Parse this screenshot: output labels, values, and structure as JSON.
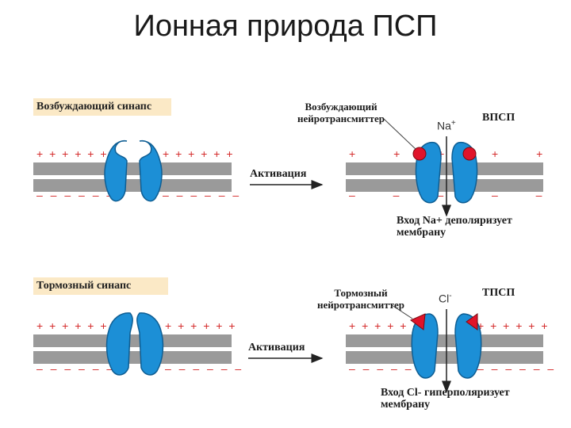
{
  "title": "Ионная природа ПСП",
  "excitatory": {
    "synapse_label": "Возбуждающий синапс",
    "neurotransmitter_label_line1": "Возбуждающий",
    "neurotransmitter_label_line2": "нейротрансмиттер",
    "ion_name": "Na",
    "ion_charge": "+",
    "potential_label": "ВПСП",
    "activation_label": "Активация",
    "result_line1": "Вход Na+ деполяризует",
    "result_line2": "мембрану"
  },
  "inhibitory": {
    "synapse_label": "Тормозный синапс",
    "neurotransmitter_label_line1": "Тормозный",
    "neurotransmitter_label_line2": "нейротрансмиттер",
    "ion_name": "Cl",
    "ion_charge": "-",
    "potential_label": "ТПСП",
    "activation_label": "Активация",
    "result_line1": "Вход Cl- гиперполяризует",
    "result_line2": "мембрану"
  },
  "colors": {
    "membrane": "#9a9a9a",
    "channel": "#1c8fd6",
    "plus_sign": "#d42a2a",
    "minus_sign": "#d42a2a",
    "na_ion": "#e0142a",
    "cl_ion": "#e0142a"
  }
}
